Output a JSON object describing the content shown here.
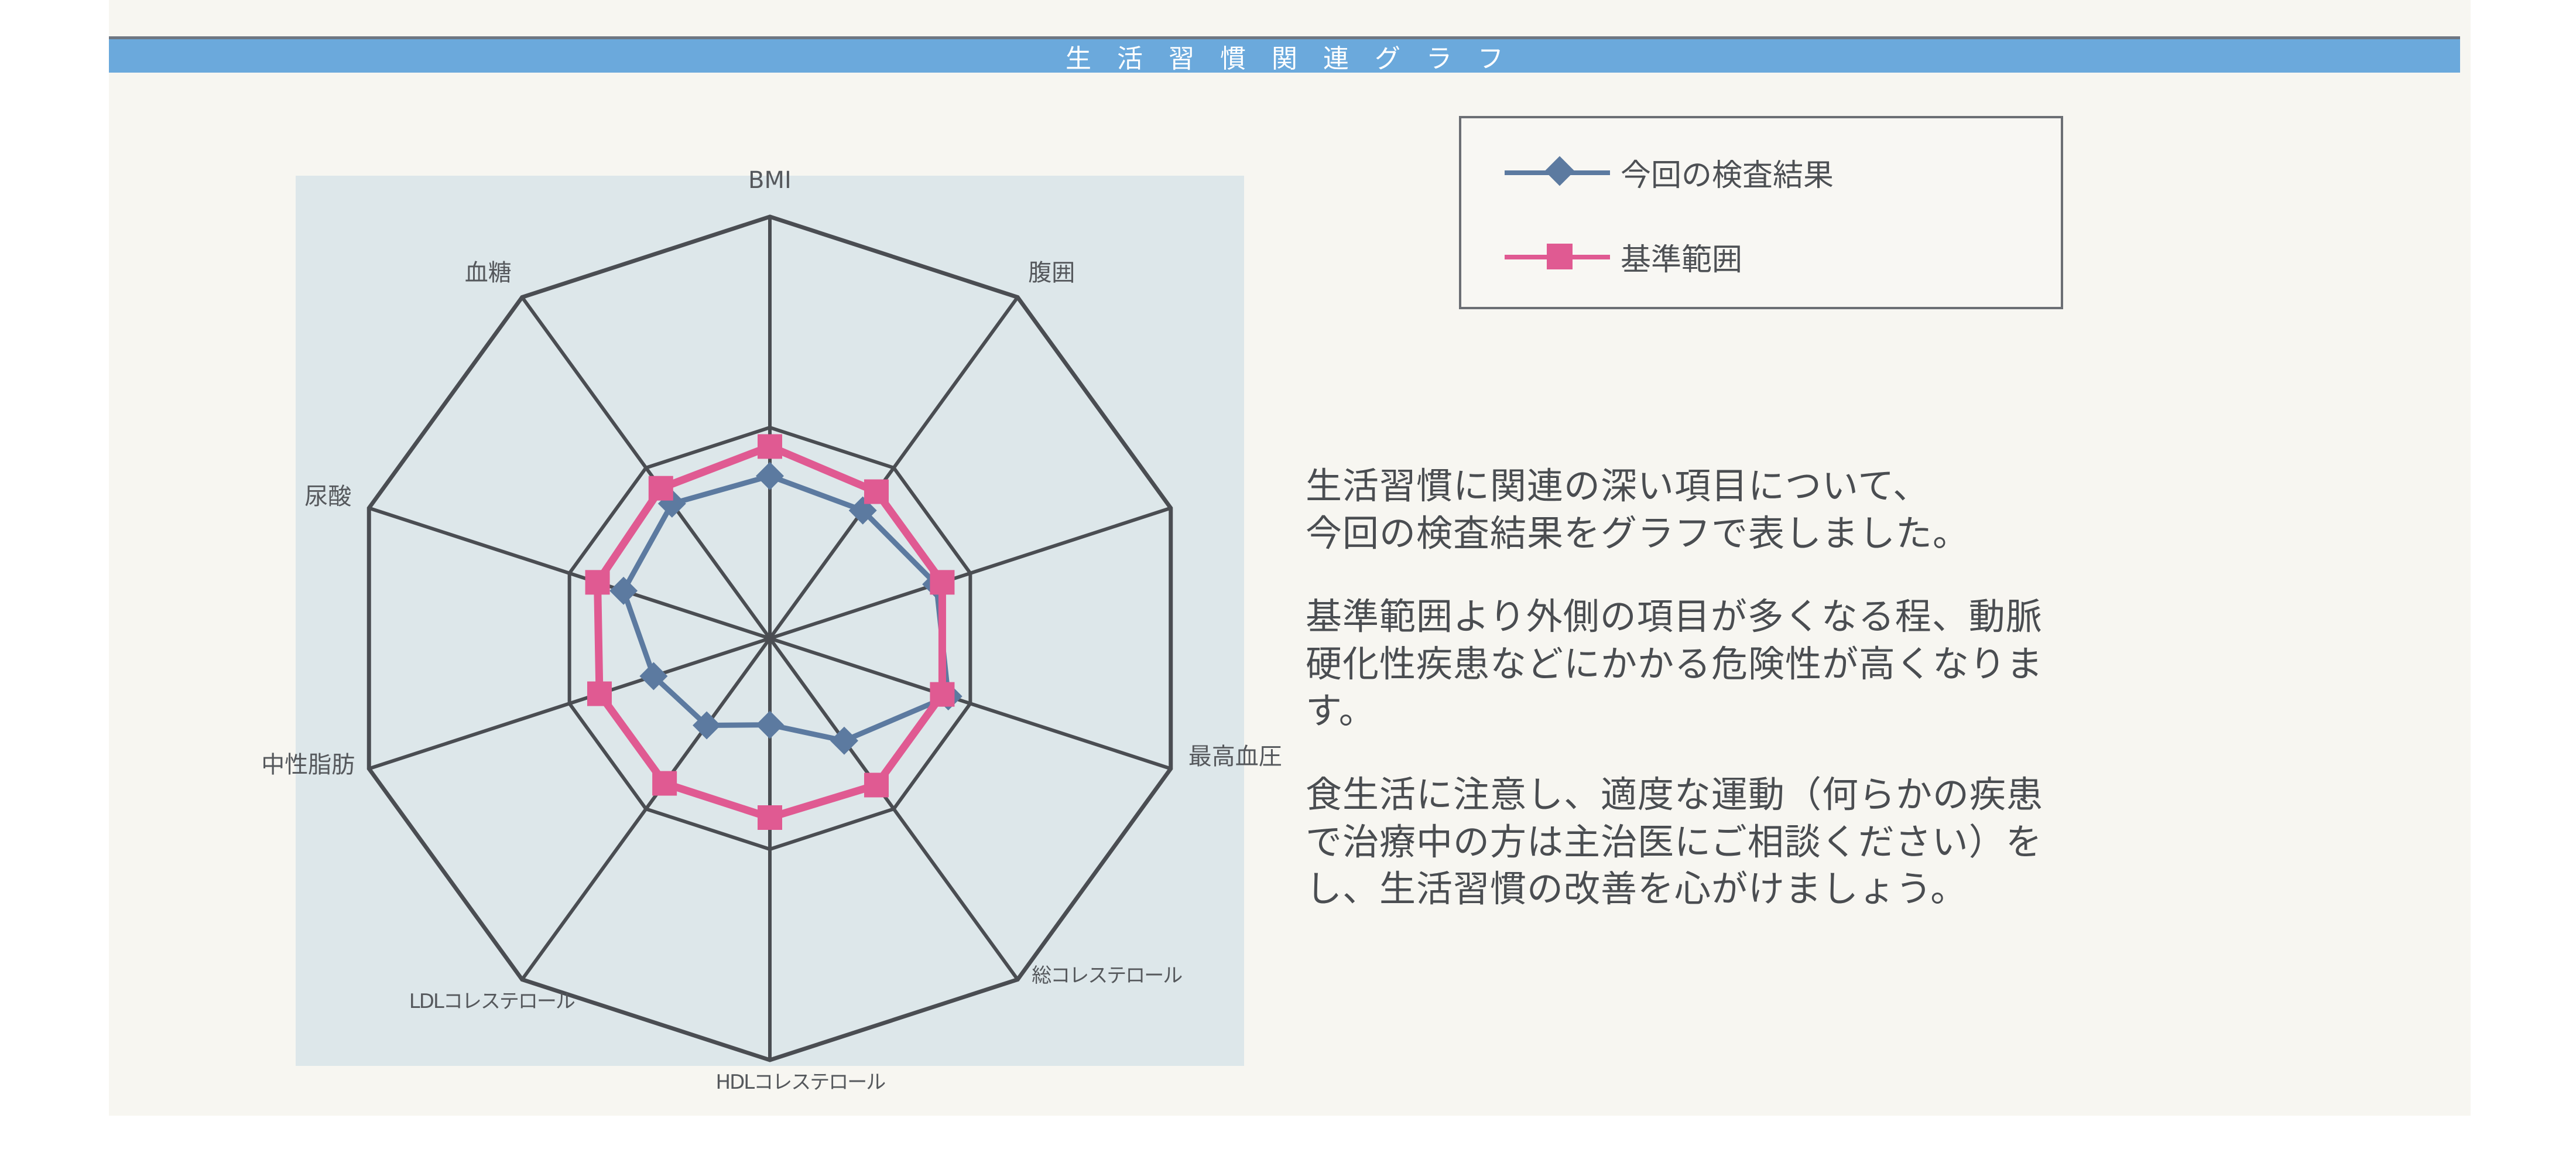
{
  "header": {
    "title": "生活習慣関連グラフ",
    "bar_color": "#6ba9dc",
    "text_color": "#ffffff"
  },
  "legend": {
    "items": [
      {
        "label": "今回の検査結果",
        "color": "#5c7aa0",
        "marker": "diamond"
      },
      {
        "label": "基準範囲",
        "color": "#e05a92",
        "marker": "square"
      }
    ]
  },
  "body": {
    "paragraphs": [
      "生活習慣に関連の深い項目について、\n今回の検査結果をグラフで表しました。",
      "基準範囲より外側の項目が多くなる程、動脈\n硬化性疾患などにかかる危険性が高くなりま\nす。",
      "食生活に注意し、適度な運動（何らかの疾患\nで治療中の方は主治医にご相談ください）を\nし、生活習慣の改善を心がけましょう。"
    ]
  },
  "chart_data": {
    "type": "radar",
    "title": "生活習慣関連グラフ",
    "plot_background": "#dde7ea",
    "grid_color": "#4a4d52",
    "axis_count": 10,
    "categories": [
      "BMI",
      "腹囲",
      "",
      "最高血圧",
      "総コレステロール",
      "HDLコレステロール",
      "LDLコレステロール",
      "中性脂肪",
      "尿酸",
      "血糖"
    ],
    "axis_labels_visible": [
      "BMI",
      "腹囲",
      "最高血圧",
      "総コレステロール",
      "HDLコレステロール",
      "LDLコレステロール",
      "中性脂肪",
      "尿酸",
      "血糖"
    ],
    "rlim": [
      0,
      1
    ],
    "grid": true,
    "legend_position": "top-right",
    "series": [
      {
        "name": "今回の検査結果",
        "color": "#5c7aa0",
        "marker": "diamond",
        "values": [
          0.385,
          0.375,
          0.415,
          0.445,
          0.3,
          0.205,
          0.255,
          0.29,
          0.365,
          0.395
        ]
      },
      {
        "name": "基準範囲",
        "color": "#e05a92",
        "marker": "square",
        "values": [
          0.455,
          0.43,
          0.43,
          0.43,
          0.43,
          0.425,
          0.425,
          0.425,
          0.43,
          0.44
        ]
      }
    ]
  }
}
